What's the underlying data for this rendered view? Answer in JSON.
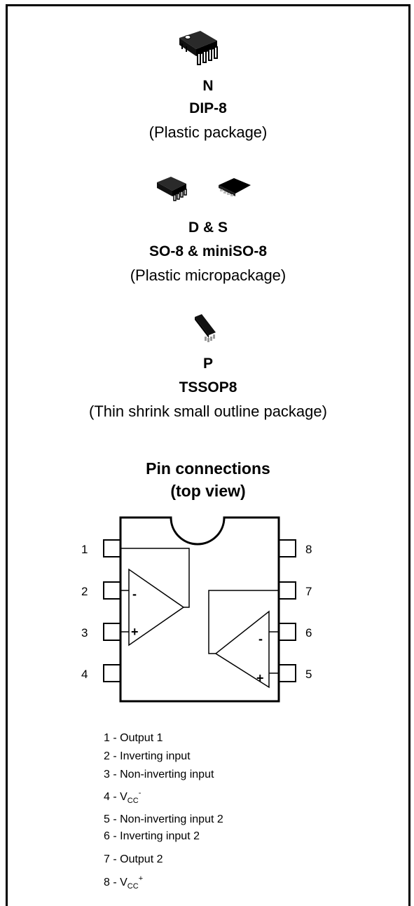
{
  "packages": [
    {
      "code": "N",
      "name": "DIP-8",
      "description": "(Plastic package)",
      "icon": "dip8-package-icon"
    },
    {
      "code": "D & S",
      "name": "SO-8 & miniSO-8",
      "description": "(Plastic micropackage)",
      "icon": "so8-minisso8-package-icon"
    },
    {
      "code": "P",
      "name": "TSSOP8",
      "description": "(Thin shrink small outline package)",
      "icon": "tssop8-package-icon"
    }
  ],
  "pin_connections": {
    "title": "Pin connections",
    "subtitle": "(top view)",
    "pin_numbers_left": [
      "1",
      "2",
      "3",
      "4"
    ],
    "pin_numbers_right": [
      "8",
      "7",
      "6",
      "5"
    ],
    "opamp_1": {
      "minus": "-",
      "plus": "+"
    },
    "opamp_2": {
      "minus": "-",
      "plus": "+"
    },
    "legend": [
      {
        "prefix": "1 - Output 1"
      },
      {
        "prefix": "2 - Inverting input"
      },
      {
        "prefix": "3 - Non-inverting input"
      },
      {
        "prefix": "4 - V",
        "sub": "CC",
        "sup": "-"
      },
      {
        "prefix": "5 - Non-inverting input 2"
      },
      {
        "prefix": "6 - Inverting input 2"
      },
      {
        "prefix": "7 - Output 2"
      },
      {
        "prefix": "8 - V",
        "sub": "CC",
        "sup": "+"
      }
    ]
  }
}
